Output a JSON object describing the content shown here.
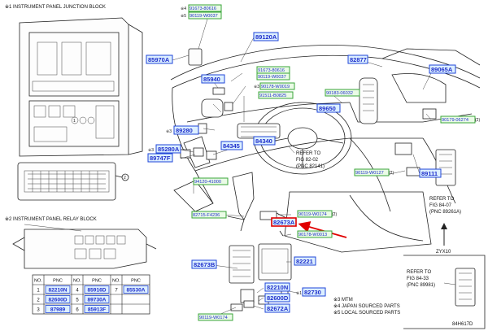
{
  "panels": {
    "junction_block_title": "※1 INSTRUMENT PANEL JUNCTION BLOCK",
    "relay_block_title": "※2 INSTRUMENT PANEL RELAY BLOCK",
    "callout_1": "1",
    "callout_2": "2"
  },
  "table": {
    "headers": [
      "NO.",
      "PNC",
      "NO.",
      "PNC",
      "NO.",
      "PNC"
    ],
    "rows": [
      [
        "1",
        "82210N",
        "4",
        "85916D",
        "7",
        "85530A"
      ],
      [
        "2",
        "82600D",
        "5",
        "89730A",
        "",
        ""
      ],
      [
        "3",
        "87989",
        "6",
        "85913F",
        "",
        ""
      ]
    ]
  },
  "labels": {
    "l85970A": "85970A",
    "l89120A": "89120A",
    "l82877": "82877",
    "l89065A": "89065A",
    "l85940": "85940",
    "l89650": "89650",
    "l89280": "89280",
    "l85280A": "85280A",
    "l89747F": "89747F",
    "l84345": "84345",
    "l84340": "84340",
    "l89111": "89111",
    "l82673A": "82673A",
    "l82221": "82221",
    "l82673B": "82673B",
    "l82210N": "82210N",
    "l82600D": "82600D",
    "l82730": "82730",
    "l82672A": "82672A"
  },
  "codes": {
    "c1": "91673-80616",
    "c2": "90119-W0037",
    "c3": "91673-80616",
    "c4": "90119-W0037",
    "c5": "90178-W0019",
    "c6": "91511-B0825",
    "c7": "90183-06032",
    "c8": "90179-06274",
    "c9": "90119-W0127",
    "c10": "94120-41000",
    "c11": "82715-F4236",
    "c12": "90119-W0174",
    "c13": "90178-W0013",
    "c14": "90119-W0174"
  },
  "marks": {
    "m1": "※4",
    "m2": "※5",
    "m3": "※3",
    "m4": "※3",
    "m5": "※3",
    "m6": "※1",
    "m7": "(2)",
    "m8": "(2)",
    "m9": "(2)"
  },
  "refs": {
    "ref1": [
      "REFER TO",
      "FIG 82-02",
      "(PNC 82141)"
    ],
    "ref2": [
      "REFER TO",
      "FIG 84-07",
      "(PNC 89261A)"
    ],
    "ref3": [
      "REFER TO",
      "FIG 84-33",
      "(PNC 89981)"
    ],
    "zyx": "ZYX10"
  },
  "legend": [
    "※3 MTM",
    "※4 JAPAN SOURCED PARTS",
    "※5 LOCAL SOURCED PARTS"
  ],
  "figure_code": "84H617D",
  "colors": {
    "label_blue": "#1f45d8",
    "code_green": "#3aa53a",
    "highlight_red": "#e00000",
    "arrow_red": "#e00000"
  }
}
